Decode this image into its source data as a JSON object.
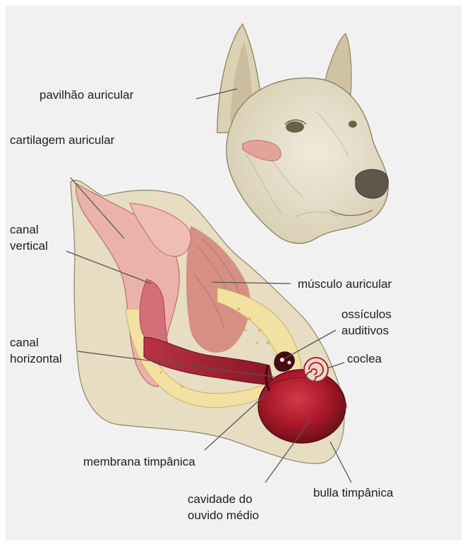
{
  "labels": {
    "pavilhao": "pavilhão auricular",
    "cartilagem": "cartilagem auricular",
    "canal_vertical": [
      "canal",
      "vertical"
    ],
    "musculo": "músculo auricular",
    "ossiculos": [
      "ossículos",
      "auditivos"
    ],
    "canal_horizontal": [
      "canal",
      "horizontal"
    ],
    "coclea": "coclea",
    "membrana": "membrana timpânica",
    "cavidade": [
      "cavidade do",
      "ouvido médio"
    ],
    "bulla": "bulla timpânica"
  },
  "colors": {
    "background": "#f1f1f1",
    "skin": "#e9e1cc",
    "cartilage_pink": "#e9a9a2",
    "canal_red": "#9e1f2c",
    "bone_yellow": "#f1df9a",
    "muscle": "#d07f76",
    "leader_line": "#555555"
  }
}
